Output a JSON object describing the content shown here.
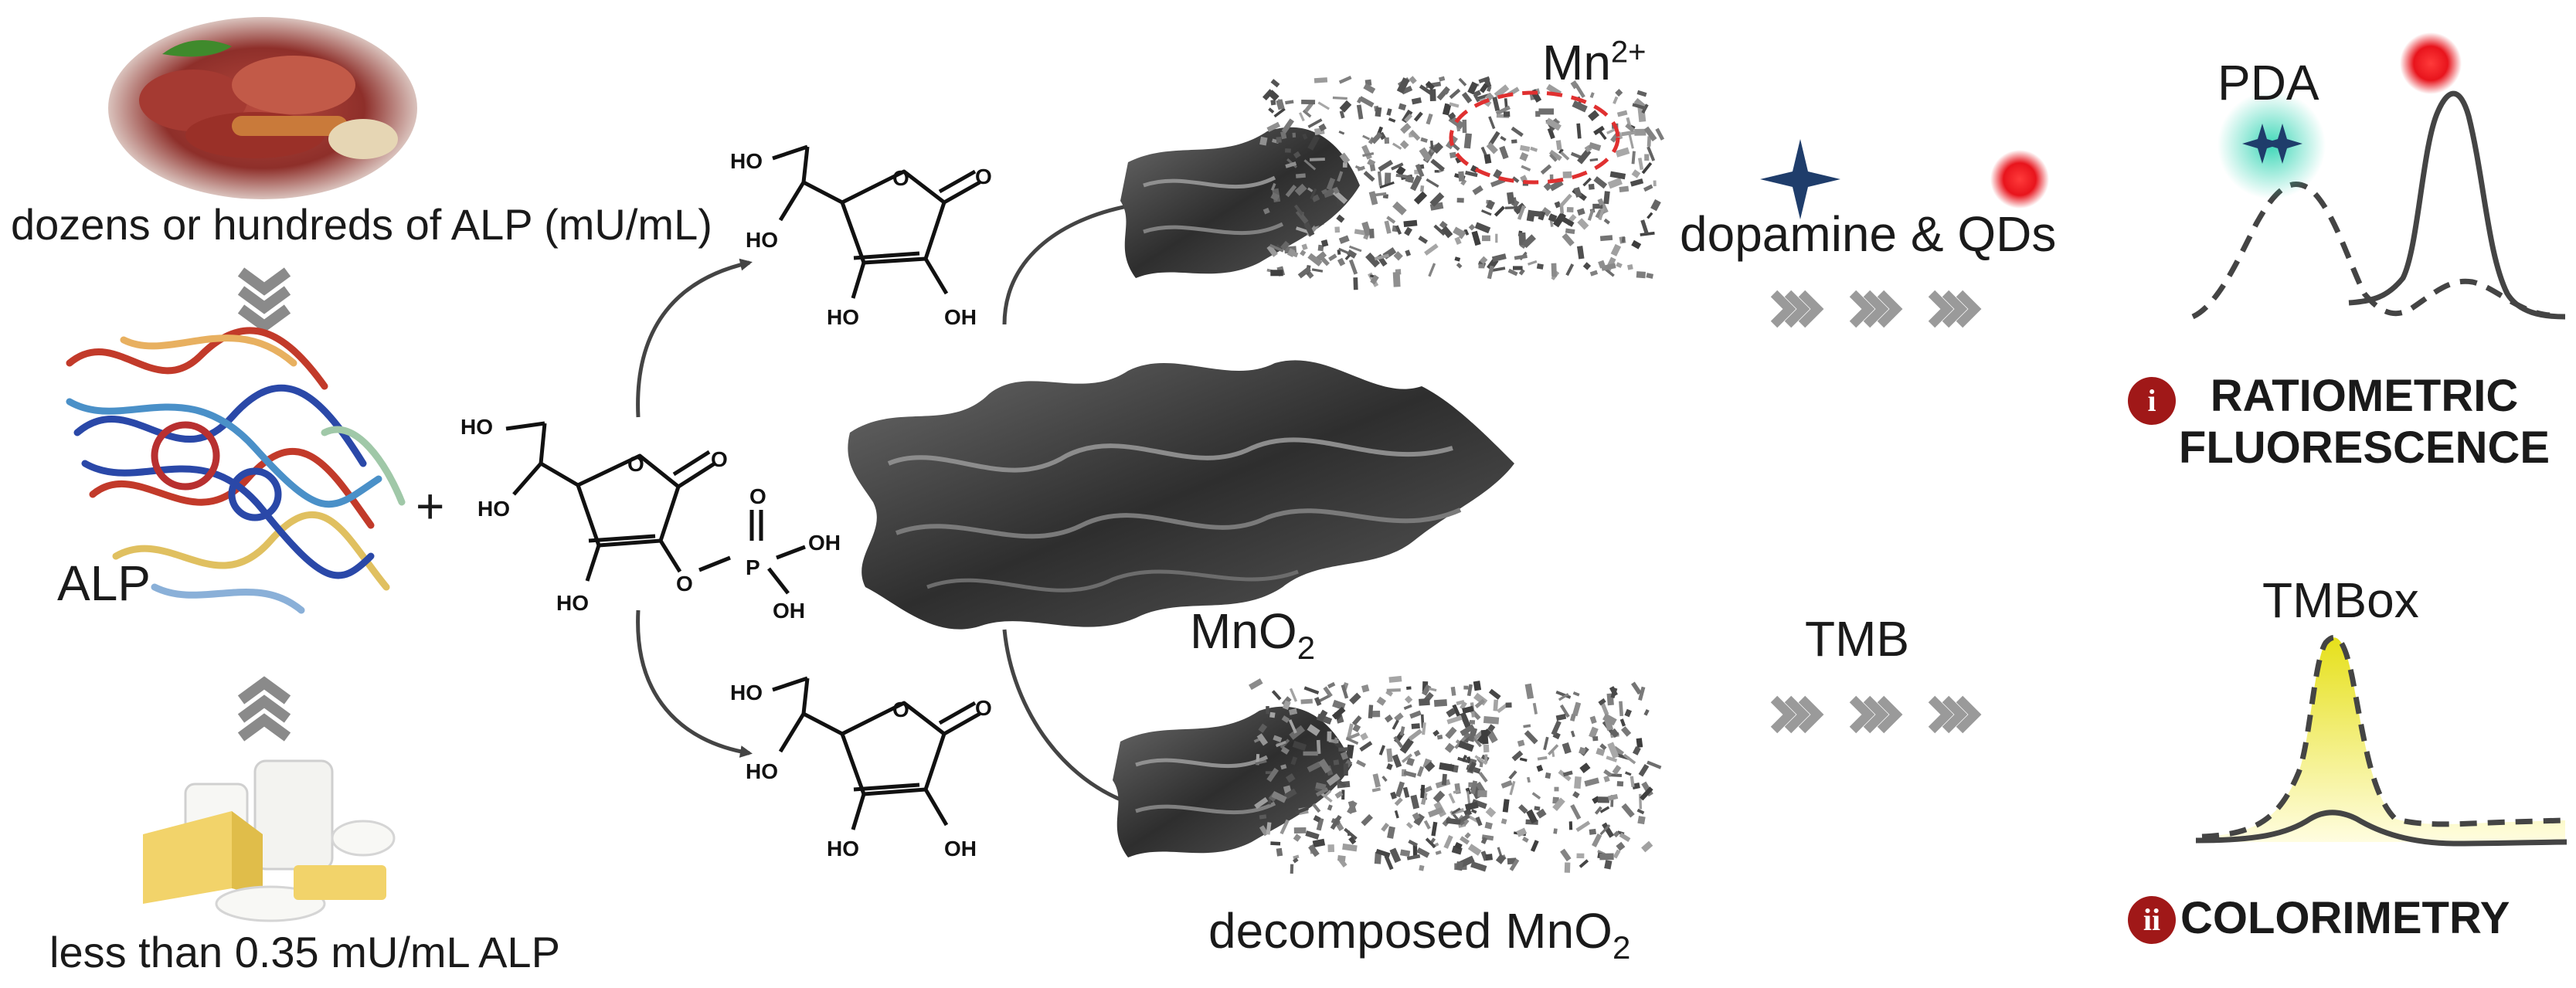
{
  "labels": {
    "food_high": "dozens or hundreds of ALP (mU/mL)",
    "alp": "ALP",
    "plus": "+",
    "food_low": "less than 0.35 mU/mL ALP",
    "mno2_main": "MnO",
    "mno2_sub": "2",
    "decomposed_main": "decomposed MnO",
    "decomposed_sub": "2",
    "mn_ion_main": "Mn",
    "mn_ion_sup": "2+",
    "dopamine_qds": "dopamine & QDs",
    "tmb": "TMB",
    "pda": "PDA",
    "tmbox": "TMBox"
  },
  "methods": {
    "ratiometric": {
      "badge": "i",
      "line1": "RATIOMETRIC",
      "line2": "FLUORESCENCE"
    },
    "colorimetry": {
      "badge": "ii",
      "line1": "COLORIMETRY"
    }
  },
  "chem_atoms": {
    "ho": "HO",
    "oh": "OH",
    "o": "O",
    "p": "P"
  },
  "colors": {
    "red_dot": "#e8141c",
    "star": "#1f3d6b",
    "star_glow": "#29d3b0",
    "badge": "#a01818",
    "arrow_grey": "#9a9a9a",
    "sheet_dark": "#3c3c3c",
    "yellow_fill": "#f5ef1c"
  },
  "icons": [
    "food-plate-icon",
    "protein-structure-icon",
    "dairy-products-icon",
    "mno2-nanosheet-icon",
    "star-icon",
    "red-dot-icon"
  ]
}
